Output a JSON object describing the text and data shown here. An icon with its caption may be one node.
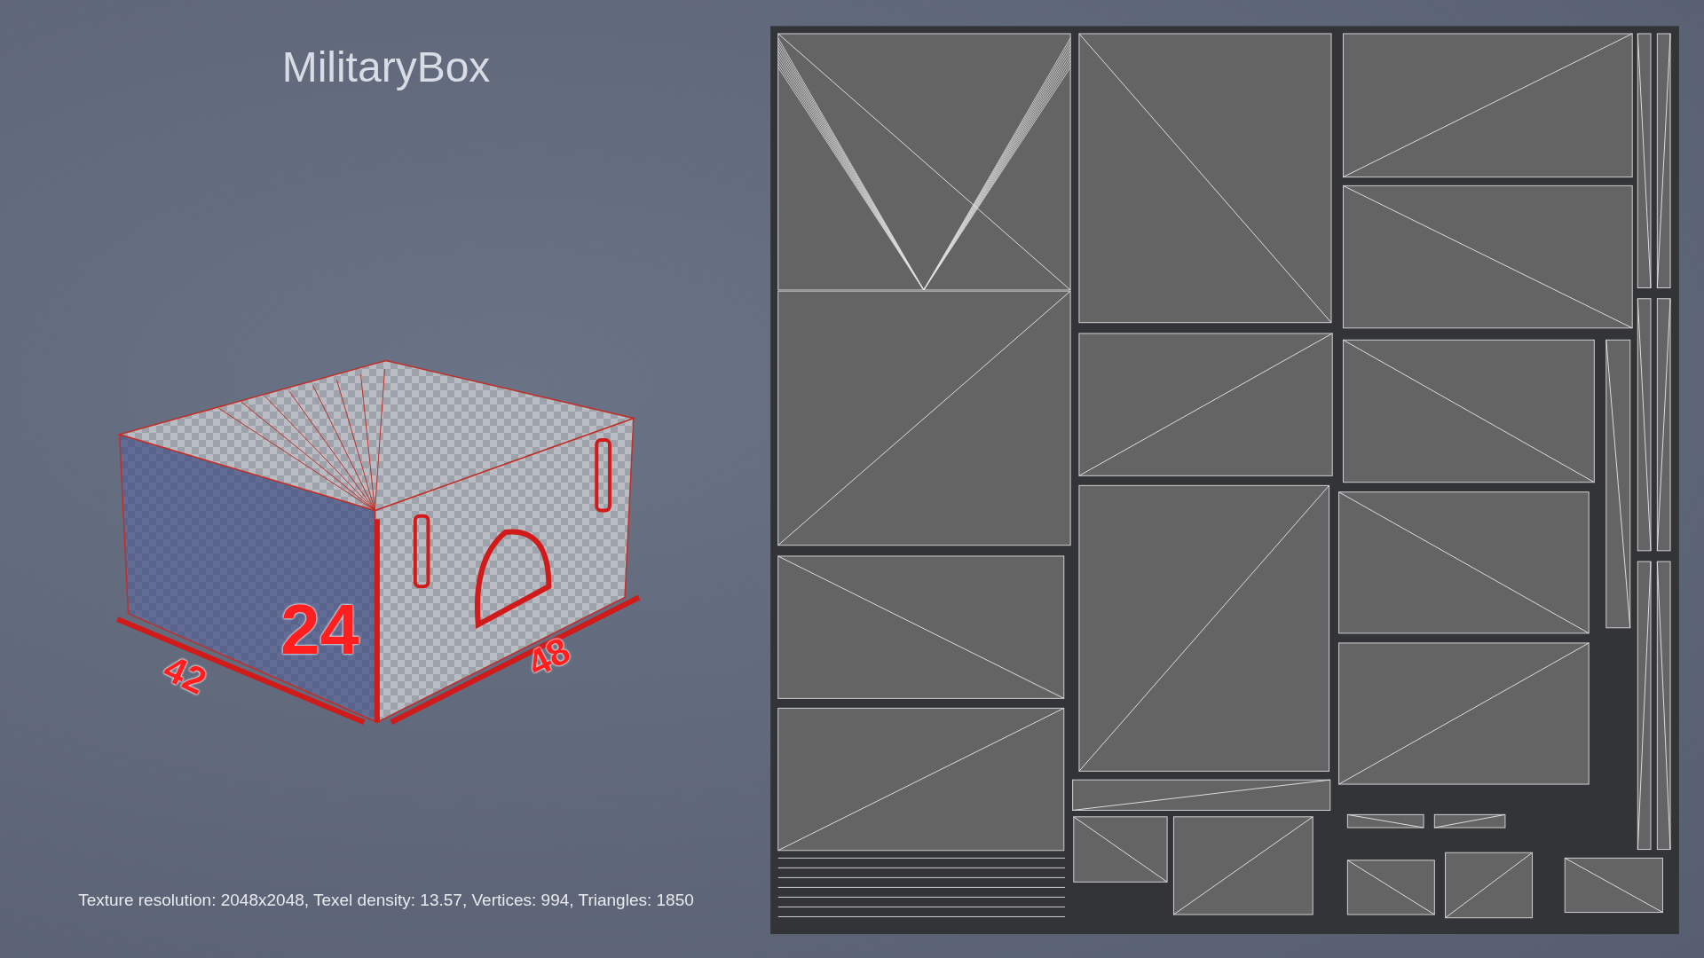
{
  "diagram": {
    "title": "MilitaryBox",
    "caption": "Texture resolution: 2048x2048, Texel density: 13.57, Vertices: 994, Triangles: 1850",
    "labels": [
      "24",
      "42",
      "48"
    ]
  }
}
